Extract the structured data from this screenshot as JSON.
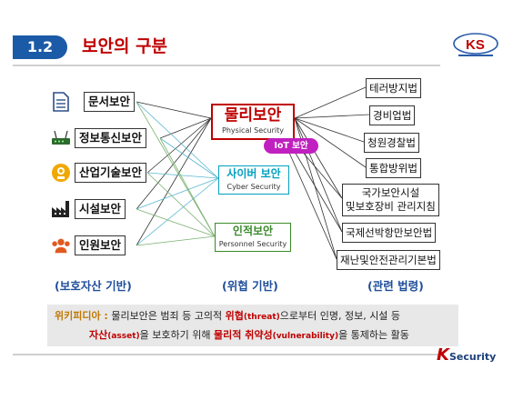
{
  "header": {
    "section_number": "1.2",
    "title": "보안의 구분"
  },
  "left_items": [
    {
      "icon": "document-icon",
      "label": "문서보안",
      "bold_part": ""
    },
    {
      "icon": "router-icon",
      "label_bold": "정보통신",
      "label_rest": "보안"
    },
    {
      "icon": "industry-gear-icon",
      "label_bold": "산업기술",
      "label_rest": "보안"
    },
    {
      "icon": "factory-icon",
      "label_bold": "시설",
      "label_rest": "보안"
    },
    {
      "icon": "people-icon",
      "label_bold": "인원",
      "label_rest": "보안"
    }
  ],
  "center": {
    "physical": {
      "title": "물리보안",
      "subtitle": "Physical Security",
      "color": "#c00000"
    },
    "iot_badge": {
      "label": "IoT 보안",
      "color": "#c020c0"
    },
    "cyber": {
      "title": "사이버 보안",
      "subtitle": "Cyber Security",
      "color": "#00a0c0"
    },
    "personnel": {
      "title": "인적보안",
      "subtitle": "Personnel Security",
      "color": "#3a8a2a"
    }
  },
  "right_items": [
    "테러방지법",
    "경비업법",
    "청원경찰법",
    "통합방위법",
    [
      "국가보안시설",
      "및보호장비 관리지침"
    ],
    "국제선박항만보안법",
    "재난및안전관리기본법"
  ],
  "column_labels": {
    "left": "(보호자산 기반)",
    "center": "(위협 기반)",
    "right": "(관련 법령)"
  },
  "note": {
    "source": "위키피디아 :",
    "text_a": " 물리보안은 범죄 등 고의적 ",
    "threat": "위협",
    "threat_en": "(threat)",
    "text_b": "으로부터 인명, 정보, 시설 등",
    "asset": "자산",
    "asset_en": "(asset)",
    "text_c": "을 보호하기 위해 ",
    "vuln": "물리적 취약성",
    "vuln_en": "(vulnerability)",
    "text_d": "을 통제하는 활동"
  },
  "logos": {
    "top_mark": "KS",
    "bottom_brand": "Security",
    "bottom_prefix": "K"
  }
}
